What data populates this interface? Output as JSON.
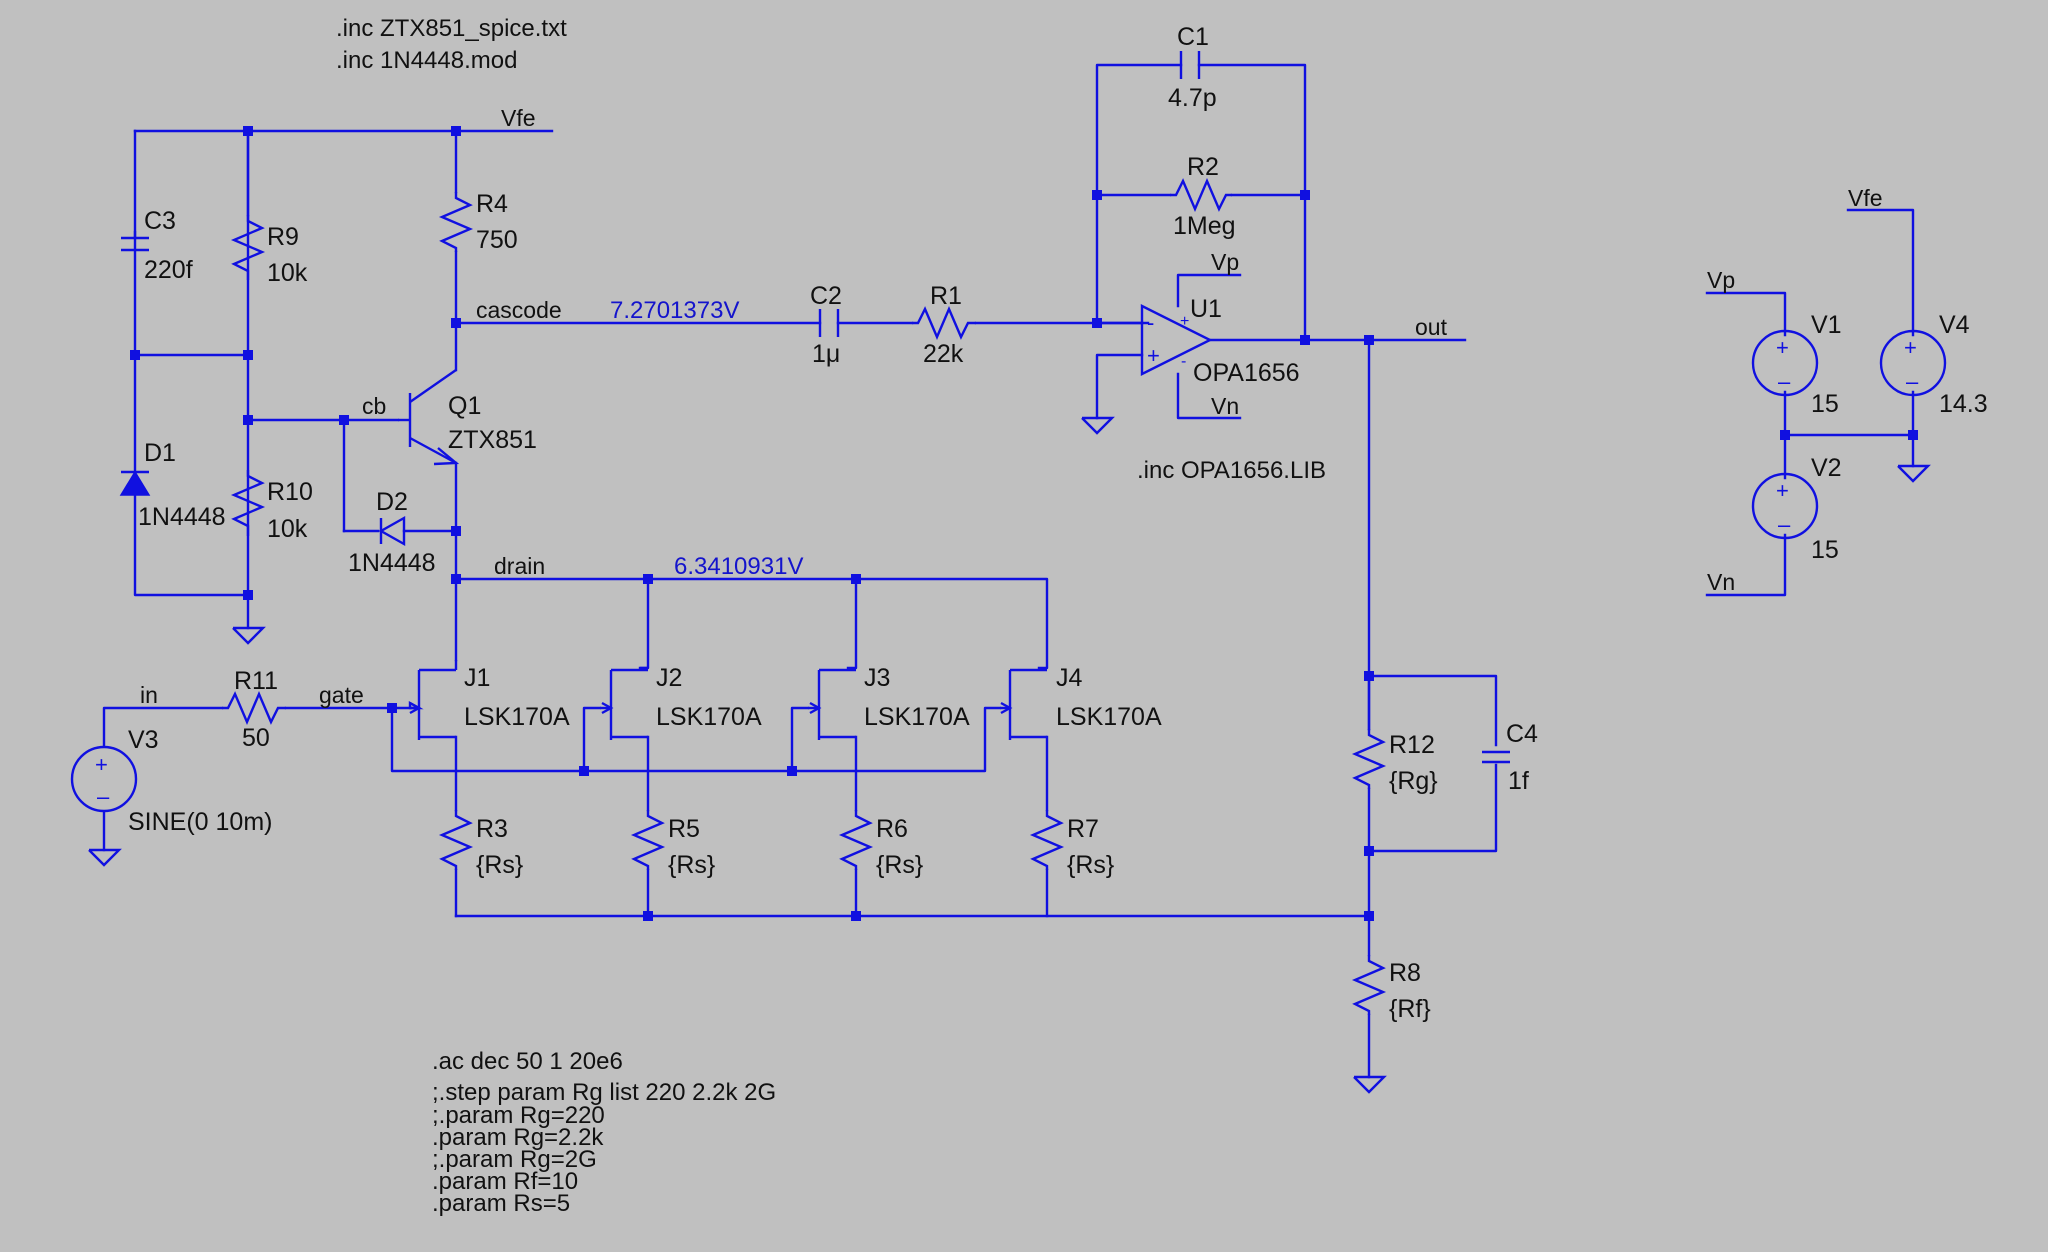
{
  "directives": {
    "inc_ztx": ".inc ZTX851_spice.txt",
    "inc_diode": ".inc 1N4448.mod",
    "inc_opamp": ".inc OPA1656.LIB",
    "sim": [
      ".ac dec 50 1 20e6",
      ";.step param Rg list 220 2.2k 2G",
      ";.param Rg=220",
      ".param Rg=2.2k",
      ";.param Rg=2G",
      ".param Rf=10",
      ".param Rs=5"
    ]
  },
  "nets": {
    "vfe_top": "Vfe",
    "cascode": "cascode",
    "cascode_voltage": "7.2701373V",
    "drain": "drain",
    "drain_voltage": "6.3410931V",
    "cb": "cb",
    "in": "in",
    "gate": "gate",
    "out": "out",
    "vp_opamp": "Vp",
    "vn_opamp": "Vn",
    "vp_supply": "Vp",
    "vfe_supply": "Vfe",
    "vn_supply": "Vn"
  },
  "components": {
    "C1": {
      "name": "C1",
      "value": "4.7p"
    },
    "R2": {
      "name": "R2",
      "value": "1Meg"
    },
    "C2": {
      "name": "C2",
      "value": "1μ"
    },
    "R1": {
      "name": "R1",
      "value": "22k"
    },
    "U1": {
      "name": "U1",
      "value": "OPA1656"
    },
    "R4": {
      "name": "R4",
      "value": "750"
    },
    "C3": {
      "name": "C3",
      "value": "220f"
    },
    "R9": {
      "name": "R9",
      "value": "10k"
    },
    "R10": {
      "name": "R10",
      "value": "10k"
    },
    "D1": {
      "name": "D1",
      "value": "1N4448"
    },
    "D2": {
      "name": "D2",
      "value": "1N4448"
    },
    "Q1": {
      "name": "Q1",
      "value": "ZTX851"
    },
    "J1": {
      "name": "J1",
      "value": "LSK170A"
    },
    "J2": {
      "name": "J2",
      "value": "LSK170A"
    },
    "J3": {
      "name": "J3",
      "value": "LSK170A"
    },
    "J4": {
      "name": "J4",
      "value": "LSK170A"
    },
    "R3": {
      "name": "R3",
      "value": "{Rs}"
    },
    "R5": {
      "name": "R5",
      "value": "{Rs}"
    },
    "R6": {
      "name": "R6",
      "value": "{Rs}"
    },
    "R7": {
      "name": "R7",
      "value": "{Rs}"
    },
    "R11": {
      "name": "R11",
      "value": "50"
    },
    "V3": {
      "name": "V3",
      "value": "SINE(0 10m)"
    },
    "R12": {
      "name": "R12",
      "value": "{Rg}"
    },
    "C4": {
      "name": "C4",
      "value": "1f"
    },
    "R8": {
      "name": "R8",
      "value": "{Rf}"
    },
    "V1": {
      "name": "V1",
      "value": "15"
    },
    "V2": {
      "name": "V2",
      "value": "15"
    },
    "V4": {
      "name": "V4",
      "value": "14.3"
    }
  },
  "colors": {
    "background": "#c0c0c0",
    "wire": "#1010e0",
    "text": "#111111",
    "voltage": "#1414cc"
  }
}
